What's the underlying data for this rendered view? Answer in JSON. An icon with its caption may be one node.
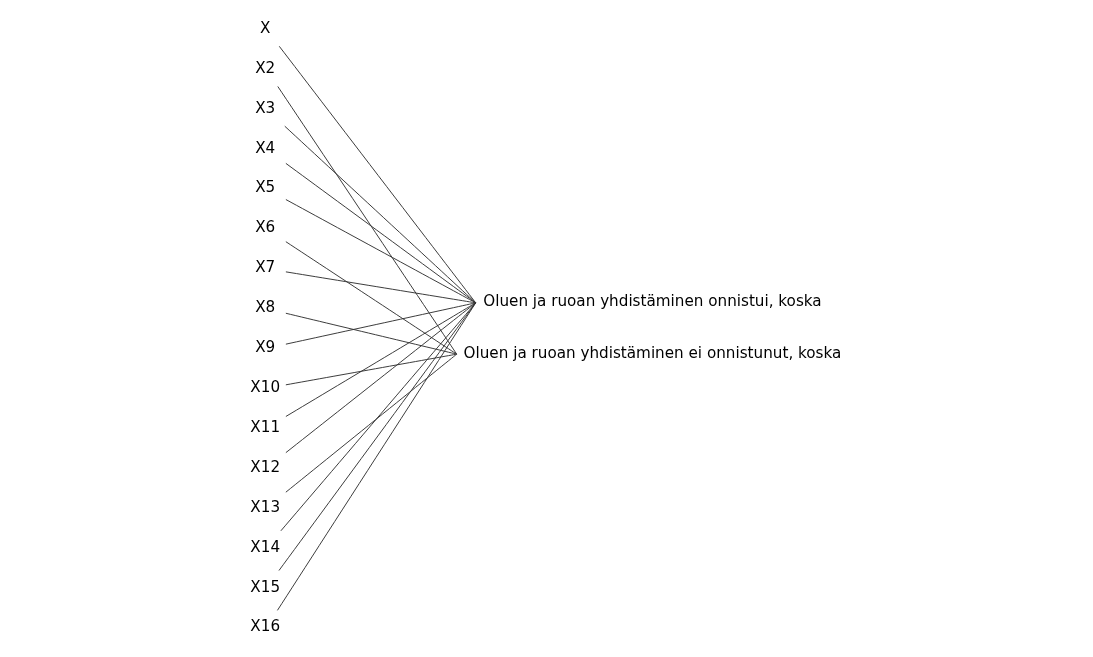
{
  "diagram": {
    "nodes": [
      {
        "text": [
          "X"
        ]
      },
      {
        "text": [
          "X2"
        ]
      },
      {
        "text": [
          "X3"
        ]
      },
      {
        "text": [
          "X4"
        ]
      },
      {
        "text": [
          "X5"
        ]
      },
      {
        "text": [
          "X6"
        ]
      },
      {
        "text": [
          "X7"
        ]
      },
      {
        "text": [
          "X8"
        ]
      },
      {
        "text": [
          "X9"
        ]
      },
      {
        "text": [
          "X10"
        ]
      },
      {
        "text": [
          "X11"
        ]
      },
      {
        "text": [
          "X12"
        ]
      },
      {
        "text": [
          "X13"
        ]
      },
      {
        "text": [
          "X14"
        ]
      },
      {
        "text": [
          "X15"
        ]
      },
      {
        "text": [
          "X16"
        ]
      },
      {
        "text": [
          "Oluen ja ruoan yhdistäminen onnistui, koska"
        ]
      },
      {
        "text": [
          "Oluen ja ruoan yhdistäminen ei onnistunut, koska"
        ]
      }
    ],
    "edges": [
      {
        "from": 0,
        "to": 16,
        "arrow": "none"
      },
      {
        "from": 1,
        "to": 17,
        "arrow": "none"
      },
      {
        "from": 2,
        "to": 16,
        "arrow": "none"
      },
      {
        "from": 3,
        "to": 16,
        "arrow": "none"
      },
      {
        "from": 4,
        "to": 16,
        "arrow": "none"
      },
      {
        "from": 5,
        "to": 17,
        "arrow": "none"
      },
      {
        "from": 6,
        "to": 16,
        "arrow": "none"
      },
      {
        "from": 7,
        "to": 17,
        "arrow": "none"
      },
      {
        "from": 8,
        "to": 16,
        "arrow": "none"
      },
      {
        "from": 9,
        "to": 17,
        "arrow": "none"
      },
      {
        "from": 10,
        "to": 16,
        "arrow": "none"
      },
      {
        "from": 11,
        "to": 16,
        "arrow": "none"
      },
      {
        "from": 12,
        "to": 17,
        "arrow": "none"
      },
      {
        "from": 13,
        "to": 16,
        "arrow": "none"
      },
      {
        "from": 14,
        "to": 16,
        "arrow": "none"
      },
      {
        "from": 15,
        "to": 16,
        "arrow": "none"
      }
    ]
  }
}
